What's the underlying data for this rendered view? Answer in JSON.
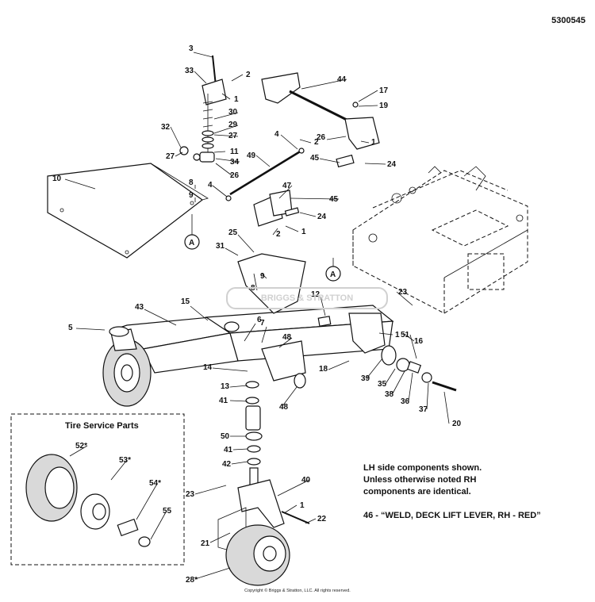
{
  "document_number": "5300545",
  "callout_a": "A",
  "tire_service_title": "Tire Service Parts",
  "notes": {
    "line1": "LH side components shown.",
    "line2": "Unless otherwise noted RH",
    "line3": "components are identical.",
    "line4": "46 - “WELD, DECK LIFT LEVER, RH - RED”"
  },
  "watermark": "BRIGGS & STRATTON",
  "copyright": "Copyright © Briggs & Stratton, LLC. All rights reserved.",
  "callouts": [
    {
      "label": "1"
    },
    {
      "label": "1"
    },
    {
      "label": "1"
    },
    {
      "label": "1"
    },
    {
      "label": "1"
    },
    {
      "label": "2"
    },
    {
      "label": "2"
    },
    {
      "label": "2"
    },
    {
      "label": "3"
    },
    {
      "label": "4"
    },
    {
      "label": "4"
    },
    {
      "label": "5"
    },
    {
      "label": "6"
    },
    {
      "label": "7"
    },
    {
      "label": "8"
    },
    {
      "label": "8"
    },
    {
      "label": "9"
    },
    {
      "label": "9"
    },
    {
      "label": "10"
    },
    {
      "label": "11"
    },
    {
      "label": "12"
    },
    {
      "label": "13"
    },
    {
      "label": "14"
    },
    {
      "label": "15"
    },
    {
      "label": "16"
    },
    {
      "label": "17"
    },
    {
      "label": "18"
    },
    {
      "label": "19"
    },
    {
      "label": "20"
    },
    {
      "label": "21"
    },
    {
      "label": "22"
    },
    {
      "label": "23"
    },
    {
      "label": "23"
    },
    {
      "label": "24"
    },
    {
      "label": "24"
    },
    {
      "label": "25"
    },
    {
      "label": "26"
    },
    {
      "label": "26"
    },
    {
      "label": "27"
    },
    {
      "label": "27"
    },
    {
      "label": "28*"
    },
    {
      "label": "29"
    },
    {
      "label": "30"
    },
    {
      "label": "31"
    },
    {
      "label": "32"
    },
    {
      "label": "33"
    },
    {
      "label": "34"
    },
    {
      "label": "35"
    },
    {
      "label": "36"
    },
    {
      "label": "37"
    },
    {
      "label": "38"
    },
    {
      "label": "39"
    },
    {
      "label": "40"
    },
    {
      "label": "41"
    },
    {
      "label": "41"
    },
    {
      "label": "42"
    },
    {
      "label": "43"
    },
    {
      "label": "44"
    },
    {
      "label": "45"
    },
    {
      "label": "45"
    },
    {
      "label": "47"
    },
    {
      "label": "48"
    },
    {
      "label": "48"
    },
    {
      "label": "49"
    },
    {
      "label": "50"
    },
    {
      "label": "51"
    },
    {
      "label": "52*"
    },
    {
      "label": "53*"
    },
    {
      "label": "54*"
    },
    {
      "label": "55"
    }
  ]
}
